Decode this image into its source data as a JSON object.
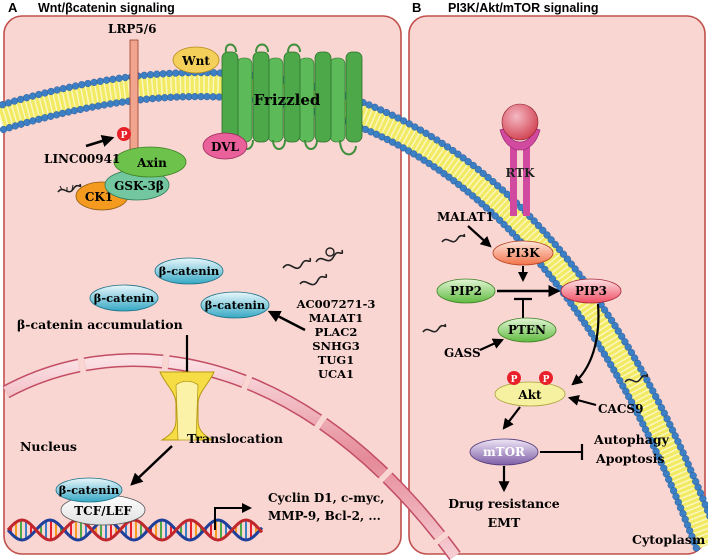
{
  "panel_a": {
    "letter": "A",
    "title": "Wnt/βcatenin signaling",
    "lrp": "LRP5/6",
    "wnt": "Wnt",
    "frizzled": "Frizzled",
    "p": "P",
    "linc": "LINC00941",
    "dvl": "DVL",
    "axin": "Axin",
    "gsk": "GSK-3β",
    "ck1": "CK1",
    "beta_catenin": "β-catenin",
    "accumulation": "β-catenin accumulation",
    "lncrnas": [
      "AC007271-3",
      "MALAT1",
      "PLAC2",
      "SNHG3",
      "TUG1",
      "UCA1"
    ],
    "nucleus": "Nucleus",
    "translocation": "Translocation",
    "tcf": "TCF/LEF",
    "targets_line1": "Cyclin D1, c-myc,",
    "targets_line2": "MMP-9, Bcl-2, ..."
  },
  "panel_b": {
    "letter": "B",
    "title": "PI3K/Akt/mTOR signaling",
    "rtk": "RTK",
    "malat1": "MALAT1",
    "pi3k": "PI3K",
    "pip2": "PIP2",
    "pip3": "PIP3",
    "pten": "PTEN",
    "gas5": "GASS",
    "p": "P",
    "akt": "Akt",
    "cacs9": "CACS9",
    "mtor": "mTOR",
    "autophagy": "Autophagy",
    "apoptosis": "Apoptosis",
    "drug_resistance": "Drug resistance",
    "emt": "EMT",
    "cytoplasm": "Cytoplasm"
  },
  "colors": {
    "cell_fill": "#f9d6d2",
    "cell_border": "#c0504d",
    "membrane_head": "#3d7fc4",
    "membrane_tail": "#f2ea63",
    "frizzled": "#4da84a",
    "axin": "#6cc24a",
    "gsk": "#73c7a0",
    "ck1": "#f39a1f",
    "dvl": "#e9609a",
    "wnt": "#f4cf5a",
    "beta_catenin": "#36a8c4",
    "pip": "#6cc24a",
    "pi3k": "#f2734a",
    "pip3": "#ef4f63",
    "mtor": "#8e6fb0",
    "akt": "#f6f1a0",
    "phospho": "#e8202a"
  }
}
